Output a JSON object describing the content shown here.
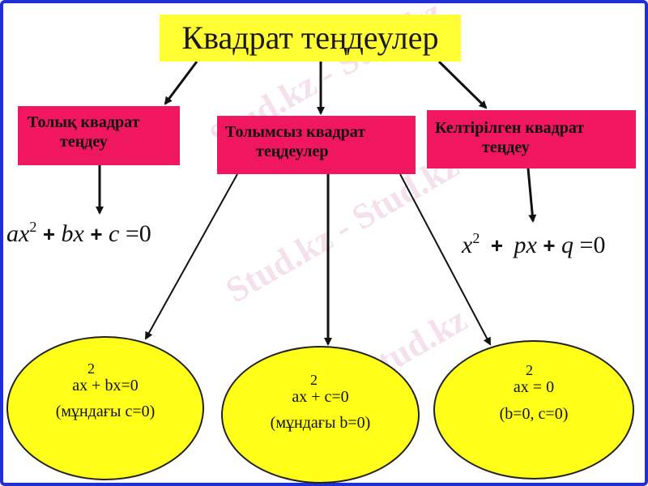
{
  "title": "Квадрат теңдеулер",
  "watermark": "Stud.kz - Stud.kz",
  "boxes": {
    "full": {
      "line1": "Толық квадрат",
      "line2": "теңдеу"
    },
    "incomplete": {
      "line1": "Толымсыз квадрат",
      "line2": "теңдеулер"
    },
    "reduced": {
      "line1": "Келтірілген квадрат",
      "line2": "теңдеу"
    }
  },
  "formulas": {
    "full": {
      "a": "ax",
      "exp": "2",
      "plus1": "+",
      "b": "bx",
      "plus2": "+",
      "c": "c",
      "eq": "=0"
    },
    "reduced": {
      "a": "x",
      "exp": "2",
      "plus1": "+",
      "b": "px",
      "plus2": "+",
      "c": "q",
      "eq": "=0"
    }
  },
  "ellipses": [
    {
      "sup": "2",
      "line1": "ax + bx=0",
      "line2": "(мұндағы с=0)"
    },
    {
      "sup": "2",
      "line1": "ax + c=0",
      "line2": "(мұндағы b=0)"
    },
    {
      "sup": "2",
      "line1": "ax = 0",
      "line2": "(b=0, c=0)"
    }
  ],
  "colors": {
    "title_bg": "#ffff33",
    "box_bg": "#f0165f",
    "ellipse_bg": "#ffff1a",
    "frame": "#1f2fd8"
  }
}
